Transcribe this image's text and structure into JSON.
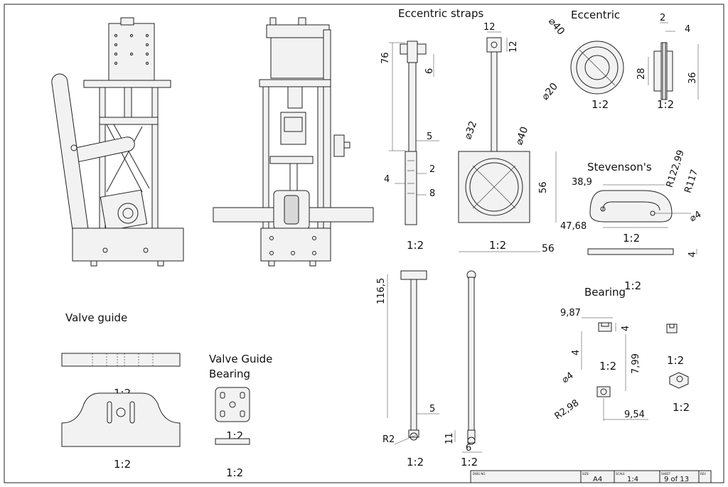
{
  "labels": {
    "eccentric_straps": "Eccentric straps",
    "eccentric": "Eccentric",
    "stevensons": "Stevenson's",
    "valve_guide": "Valve guide",
    "valve_guide_bearing_1": "Valve Guide",
    "valve_guide_bearing_2": "Bearing",
    "bearing": "Bearing"
  },
  "scales": {
    "strap_side": "1:2",
    "strap_front": "1:2",
    "eccentric_front": "1:2",
    "eccentric_side": "1:2",
    "stevenson_top": "1:2",
    "rod_group": "1:2",
    "rod_group_2": "1:2",
    "bearing_1": "1:2",
    "bearing_2": "1:2",
    "bearing_3": "1:2",
    "valve_guide_1": "1:2",
    "valve_guide_2": "1:2",
    "vgb_1": "1:2",
    "vgb_2": "1:2"
  },
  "dims": {
    "d76": "76",
    "d6": "6",
    "d5a": "5",
    "d4a": "4",
    "d2a": "2",
    "d8": "8",
    "d12a": "12",
    "d12b": "12",
    "d32": "⌀32",
    "d40a": "⌀40",
    "d56a": "56",
    "d56b": "56",
    "d40b": "⌀40",
    "d20": "⌀20",
    "d2b": "2",
    "d4b": "4",
    "d28": "28",
    "d36": "36",
    "d38_9": "38,9",
    "r122_99": "R122,99",
    "r117": "R117",
    "d47_68": "47,68",
    "d4c": "⌀4",
    "d4d": "4",
    "d116_5": "116,5",
    "d5b": "5",
    "r2": "R2",
    "d11": "11",
    "d6b": "6",
    "d9_87": "9,87",
    "d4e": "4",
    "d4f": "4",
    "d7_99": "7,99",
    "d4g": "⌀4",
    "r2_98": "R2,98",
    "d9_54": "9,54"
  },
  "title_block": {
    "size_caption": "SIZE",
    "size": "A4",
    "scale_caption": "SCALE",
    "scale": "1:4",
    "sheet_caption": "SHEET",
    "sheet": "9 of 13",
    "dwg_caption": "DWG NO",
    "rev_caption": "REV"
  }
}
